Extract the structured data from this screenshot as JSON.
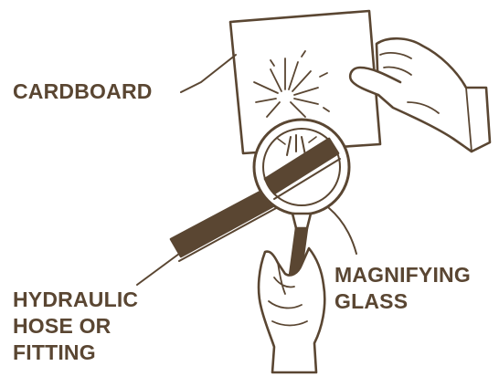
{
  "labels": {
    "cardboard": "CARDBOARD",
    "magnifying_glass": [
      "MAGNIFYING",
      "GLASS"
    ],
    "hydraulic_hose": [
      "HYDRAULIC",
      "HOSE OR",
      "FITTING"
    ]
  },
  "colors": {
    "ink": "#5a4632",
    "paper": "#ffffff"
  }
}
